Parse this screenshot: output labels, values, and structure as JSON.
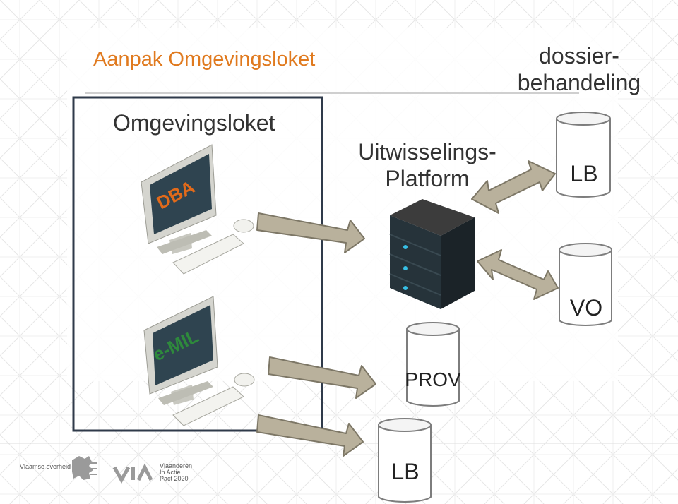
{
  "title": "Aanpak Omgevingsloket",
  "box_label": "Omgevingsloket",
  "platform_label": [
    "Uitwisselings-",
    "Platform"
  ],
  "dossier_label": [
    "dossier-",
    "behandeling"
  ],
  "screen_labels": {
    "dba": "DBA",
    "emil": "e-MIL"
  },
  "cylinders": {
    "lb_top": "LB",
    "vo": "VO",
    "prov": "PROV",
    "lb_bottom": "LB"
  },
  "footer": {
    "vlaamse_overheid": "Vlaamse overheid",
    "via_text": [
      "Vlaanderen",
      "In Actie",
      "Pact 2020"
    ]
  },
  "colors": {
    "title": "#e07a1f",
    "arrow_fill": "#b9b19c",
    "arrow_stroke": "#7d7766",
    "box_border": "#2f3a4a",
    "dba_text": "#e26a1a",
    "emil_text": "#2e8a3c"
  }
}
